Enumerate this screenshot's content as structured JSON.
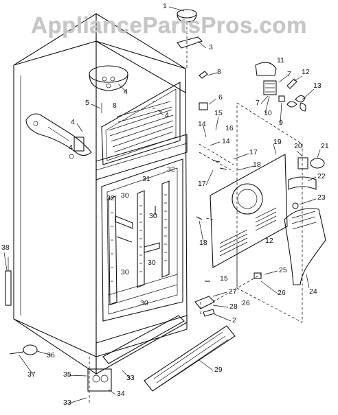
{
  "watermark": "AppliancePartsPros.com",
  "callouts": [
    {
      "id": "c1",
      "label": "1"
    },
    {
      "id": "c3",
      "label": "3"
    },
    {
      "id": "c4a",
      "label": "4"
    },
    {
      "id": "c4b",
      "label": "4"
    },
    {
      "id": "c4c",
      "label": "4"
    },
    {
      "id": "c4d",
      "label": "4"
    },
    {
      "id": "c5",
      "label": "5"
    },
    {
      "id": "c6",
      "label": "6"
    },
    {
      "id": "c7a",
      "label": "7"
    },
    {
      "id": "c7b",
      "label": "7"
    },
    {
      "id": "c8a",
      "label": "8"
    },
    {
      "id": "c8b",
      "label": "8"
    },
    {
      "id": "c9",
      "label": "9"
    },
    {
      "id": "c10",
      "label": "10"
    },
    {
      "id": "c11",
      "label": "11"
    },
    {
      "id": "c12a",
      "label": "12"
    },
    {
      "id": "c12b",
      "label": "12"
    },
    {
      "id": "c13",
      "label": "13"
    },
    {
      "id": "c14a",
      "label": "14"
    },
    {
      "id": "c14b",
      "label": "14"
    },
    {
      "id": "c15a",
      "label": "15"
    },
    {
      "id": "c15b",
      "label": "15"
    },
    {
      "id": "c16",
      "label": "16"
    },
    {
      "id": "c17a",
      "label": "17"
    },
    {
      "id": "c17b",
      "label": "17"
    },
    {
      "id": "c18a",
      "label": "18"
    },
    {
      "id": "c18b",
      "label": "18"
    },
    {
      "id": "c19",
      "label": "19"
    },
    {
      "id": "c20",
      "label": "20"
    },
    {
      "id": "c21",
      "label": "21"
    },
    {
      "id": "c22",
      "label": "22"
    },
    {
      "id": "c23",
      "label": "23"
    },
    {
      "id": "c24",
      "label": "24"
    },
    {
      "id": "c25",
      "label": "25"
    },
    {
      "id": "c26a",
      "label": "26"
    },
    {
      "id": "c26b",
      "label": "26"
    },
    {
      "id": "c27",
      "label": "27"
    },
    {
      "id": "c28",
      "label": "28"
    },
    {
      "id": "c2",
      "label": "2"
    },
    {
      "id": "c29",
      "label": "29"
    },
    {
      "id": "c30a",
      "label": "30"
    },
    {
      "id": "c30b",
      "label": "30"
    },
    {
      "id": "c30c",
      "label": "30"
    },
    {
      "id": "c30d",
      "label": "30"
    },
    {
      "id": "c30e",
      "label": "30"
    },
    {
      "id": "c31",
      "label": "31"
    },
    {
      "id": "c32a",
      "label": "32"
    },
    {
      "id": "c32b",
      "label": "32"
    },
    {
      "id": "c33a",
      "label": "33"
    },
    {
      "id": "c33b",
      "label": "33"
    },
    {
      "id": "c34",
      "label": "34"
    },
    {
      "id": "c35",
      "label": "35"
    },
    {
      "id": "c36",
      "label": "36"
    },
    {
      "id": "c37",
      "label": "37"
    },
    {
      "id": "c38",
      "label": "38"
    }
  ]
}
